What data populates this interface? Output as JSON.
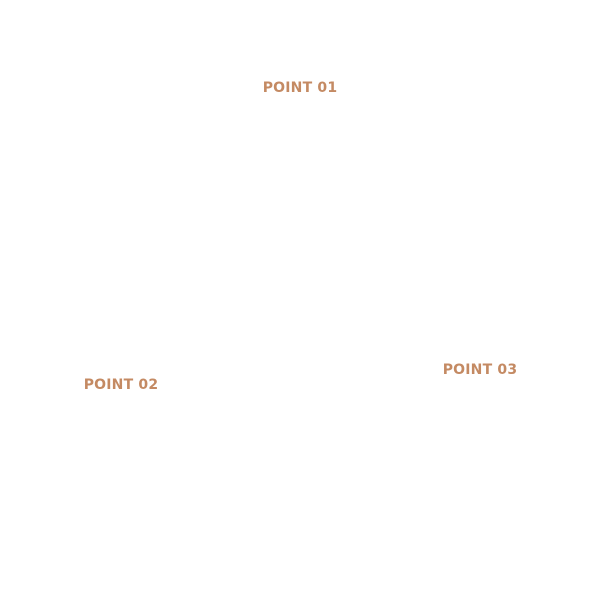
{
  "colors": {
    "background": "#ffffff",
    "label": "#c48a63"
  },
  "points": [
    {
      "label": "POINT 01"
    },
    {
      "label": "POINT 02"
    },
    {
      "label": "POINT 03"
    }
  ]
}
